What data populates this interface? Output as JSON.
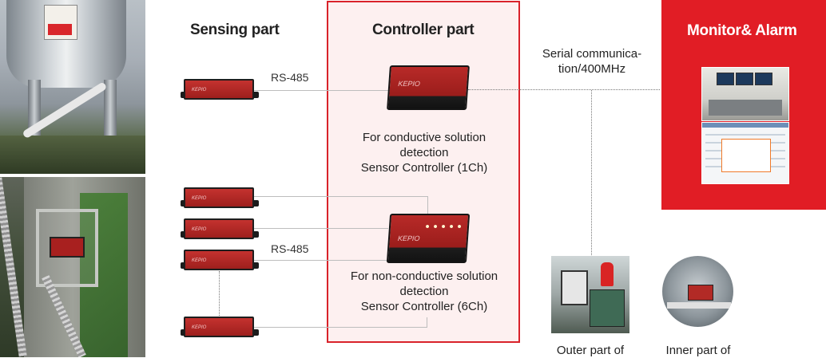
{
  "sections": {
    "sensing_title": "Sensing part",
    "controller_title": "Controller part",
    "monitor_title": "Monitor& Alarm"
  },
  "links": {
    "rs485_top": "RS-485",
    "rs485_bottom": "RS-485",
    "serial_line1": "Serial communica-",
    "serial_line2": "tion/400MHz"
  },
  "controllers": {
    "conductive": {
      "line1": "For conductive solution",
      "line2": "detection",
      "line3": "Sensor  Controller (1Ch)"
    },
    "nonconductive": {
      "line1": "For non-conductive solution",
      "line2": "detection",
      "line3": "Sensor  Controller (6Ch)"
    }
  },
  "device_brand": "KEPIO",
  "bottom_captions": {
    "outer": "Outer part of",
    "inner": "Inner part of"
  },
  "colors": {
    "accent_red": "#e11d25",
    "controller_bg": "#fdf0f0",
    "device_red": "#b82a28"
  }
}
